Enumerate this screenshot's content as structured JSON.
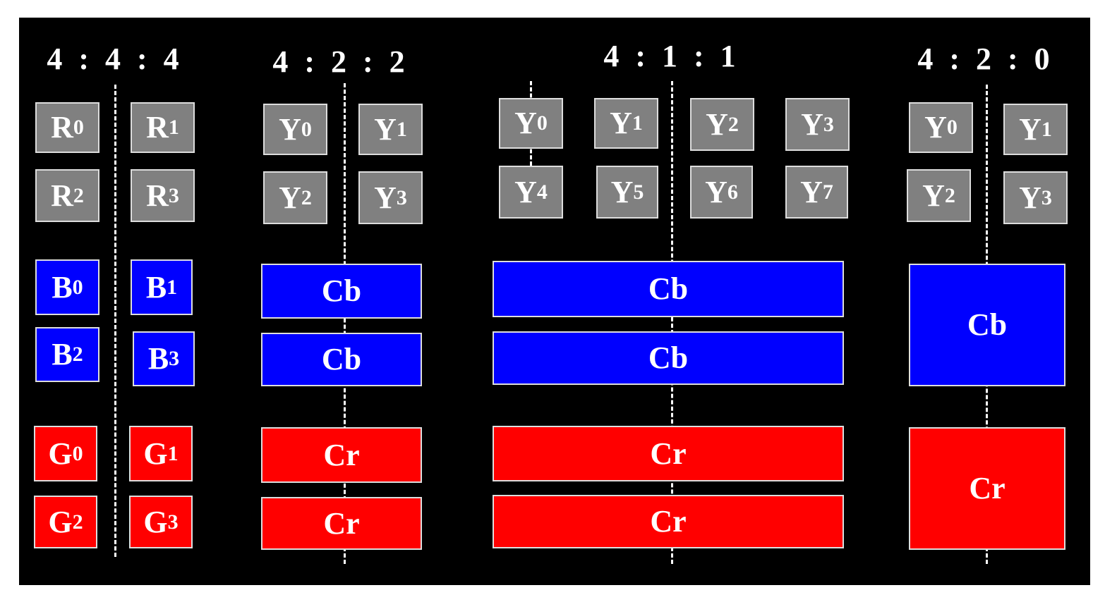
{
  "colors": {
    "background": "#000000",
    "luma": "#808080",
    "blue": "#0000ff",
    "red": "#ff0000"
  },
  "sections": [
    {
      "title": "4 : 4 : 4",
      "blocks": [
        {
          "main": "R",
          "sub": "0"
        },
        {
          "main": "R",
          "sub": "1"
        },
        {
          "main": "R",
          "sub": "2"
        },
        {
          "main": "R",
          "sub": "3"
        },
        {
          "main": "B",
          "sub": "0"
        },
        {
          "main": "B",
          "sub": "1"
        },
        {
          "main": "B",
          "sub": "2"
        },
        {
          "main": "B",
          "sub": "3"
        },
        {
          "main": "G",
          "sub": "0"
        },
        {
          "main": "G",
          "sub": "1"
        },
        {
          "main": "G",
          "sub": "2"
        },
        {
          "main": "G",
          "sub": "3"
        }
      ]
    },
    {
      "title": "4 : 2 : 2",
      "blocks": [
        {
          "main": "Y",
          "sub": "0"
        },
        {
          "main": "Y",
          "sub": "1"
        },
        {
          "main": "Y",
          "sub": "2"
        },
        {
          "main": "Y",
          "sub": "3"
        },
        {
          "main": "Cb",
          "sub": ""
        },
        {
          "main": "Cb",
          "sub": ""
        },
        {
          "main": "Cr",
          "sub": ""
        },
        {
          "main": "Cr",
          "sub": ""
        }
      ]
    },
    {
      "title": "4 : 1 : 1",
      "blocks": [
        {
          "main": "Y",
          "sub": "0"
        },
        {
          "main": "Y",
          "sub": "1"
        },
        {
          "main": "Y",
          "sub": "2"
        },
        {
          "main": "Y",
          "sub": "3"
        },
        {
          "main": "Y",
          "sub": "4"
        },
        {
          "main": "Y",
          "sub": "5"
        },
        {
          "main": "Y",
          "sub": "6"
        },
        {
          "main": "Y",
          "sub": "7"
        },
        {
          "main": "Cb",
          "sub": ""
        },
        {
          "main": "Cb",
          "sub": ""
        },
        {
          "main": "Cr",
          "sub": ""
        },
        {
          "main": "Cr",
          "sub": ""
        }
      ]
    },
    {
      "title": "4 : 2 : 0",
      "blocks": [
        {
          "main": "Y",
          "sub": "0"
        },
        {
          "main": "Y",
          "sub": "1"
        },
        {
          "main": "Y",
          "sub": "2"
        },
        {
          "main": "Y",
          "sub": "3"
        },
        {
          "main": "Cb",
          "sub": ""
        },
        {
          "main": "Cr",
          "sub": ""
        }
      ]
    }
  ]
}
